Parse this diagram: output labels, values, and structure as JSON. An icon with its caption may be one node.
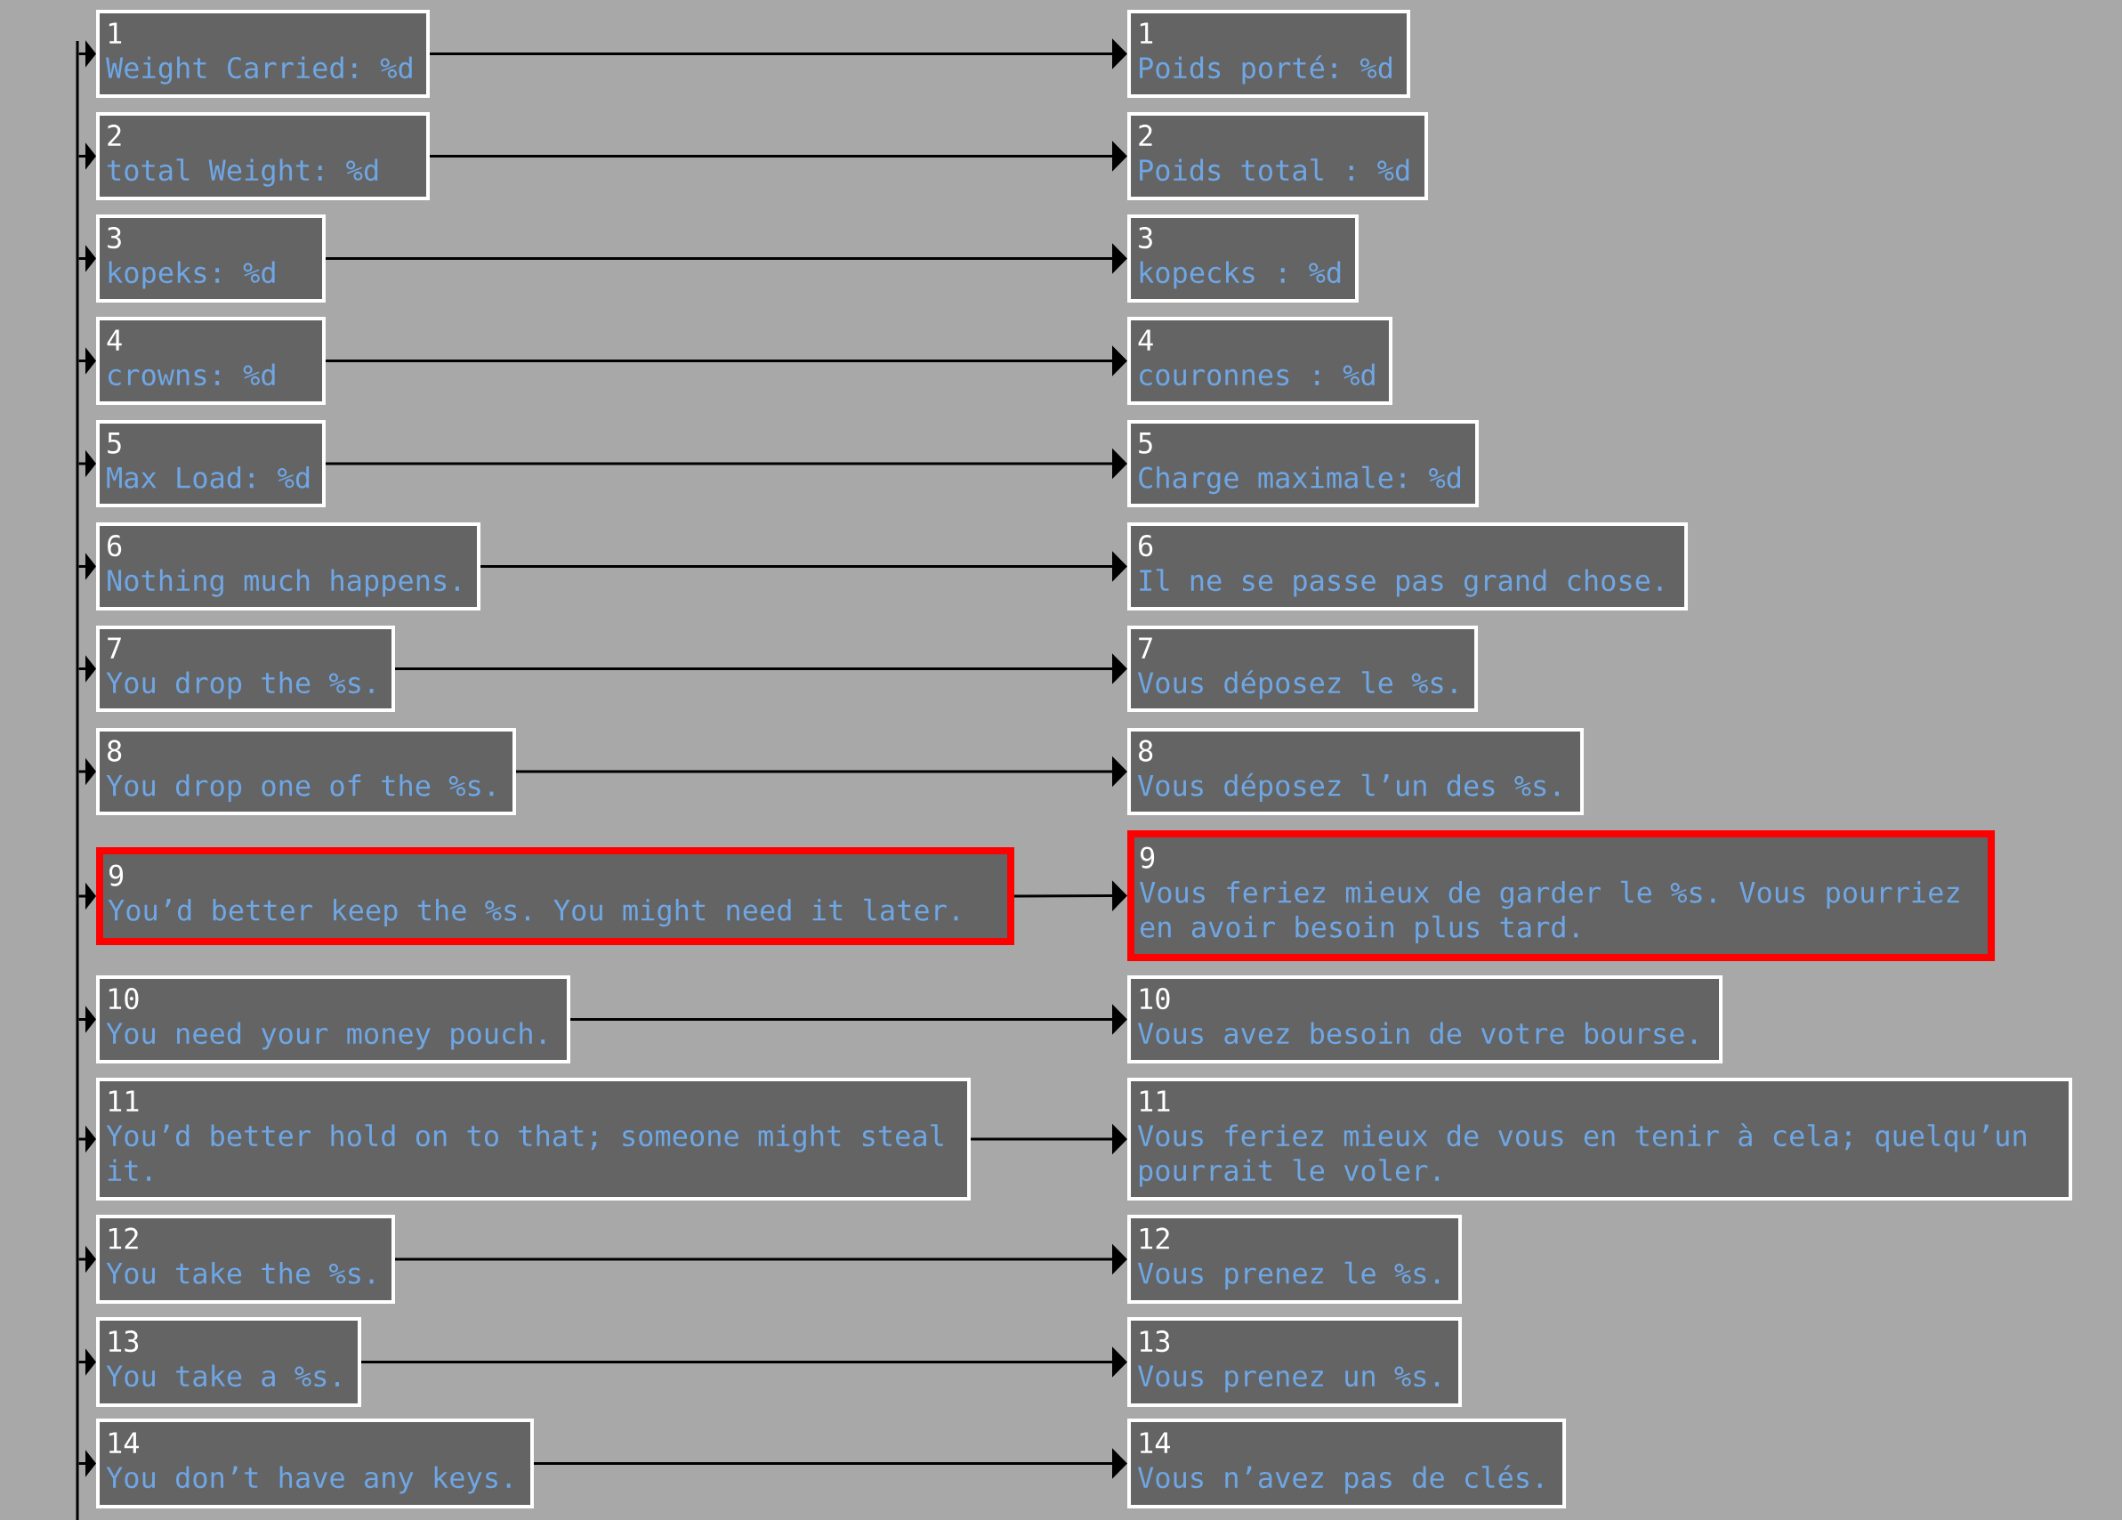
{
  "diagram": {
    "nodes": [
      {
        "text": [],
        "shape": "bar"
      },
      {
        "text": [
          "1",
          "Weight Carried: %d"
        ]
      },
      {
        "text": [
          "1",
          "Poids porté: %d"
        ]
      },
      {
        "text": [
          "2",
          "total Weight: %d"
        ]
      },
      {
        "text": [
          "2",
          "Poids total : %d"
        ]
      },
      {
        "text": [
          "3",
          "kopeks: %d"
        ]
      },
      {
        "text": [
          "3",
          "kopecks : %d"
        ]
      },
      {
        "text": [
          "4",
          "crowns: %d"
        ]
      },
      {
        "text": [
          "4",
          "couronnes : %d"
        ]
      },
      {
        "text": [
          "5",
          "Max Load: %d"
        ]
      },
      {
        "text": [
          "5",
          "Charge maximale: %d"
        ]
      },
      {
        "text": [
          "6",
          "Nothing much happens."
        ]
      },
      {
        "text": [
          "6",
          "Il ne se passe pas grand chose."
        ]
      },
      {
        "text": [
          "7",
          "You drop the %s."
        ]
      },
      {
        "text": [
          "7",
          "Vous déposez le %s."
        ]
      },
      {
        "text": [
          "8",
          "You drop one of the %s."
        ]
      },
      {
        "text": [
          "8",
          "Vous déposez l’un des %s."
        ]
      },
      {
        "text": [
          "9",
          "You’d better keep the %s. You might need it later."
        ]
      },
      {
        "text": [
          "9",
          "Vous feriez mieux de garder le %s. Vous pourriez en avoir besoin plus tard."
        ]
      },
      {
        "text": [
          "10",
          "You need your money pouch."
        ]
      },
      {
        "text": [
          "10",
          "Vous avez besoin de votre bourse."
        ]
      },
      {
        "text": [
          "11",
          "You’d better hold on to that; someone might steal it."
        ]
      },
      {
        "text": [
          "11",
          "Vous feriez mieux de vous en tenir à cela; quelqu’un pourrait le voler."
        ]
      },
      {
        "text": [
          "12",
          "You take the %s."
        ]
      },
      {
        "text": [
          "12",
          "Vous prenez le %s."
        ]
      },
      {
        "text": [
          "13",
          "You take a %s."
        ]
      },
      {
        "text": [
          "13",
          "Vous prenez un %s."
        ]
      },
      {
        "text": [
          "14",
          "You don’t have any keys."
        ]
      },
      {
        "text": [
          "14",
          "Vous n’avez pas de clés."
        ]
      }
    ],
    "edges": [
      {
        "from": 0,
        "to": 1,
        "arrow": "to"
      },
      {
        "from": 1,
        "to": 2,
        "arrow": "to"
      },
      {
        "from": 0,
        "to": 3,
        "arrow": "to"
      },
      {
        "from": 3,
        "to": 4,
        "arrow": "to"
      },
      {
        "from": 0,
        "to": 5,
        "arrow": "to"
      },
      {
        "from": 5,
        "to": 6,
        "arrow": "to"
      },
      {
        "from": 0,
        "to": 7,
        "arrow": "to"
      },
      {
        "from": 7,
        "to": 8,
        "arrow": "to"
      },
      {
        "from": 0,
        "to": 9,
        "arrow": "to"
      },
      {
        "from": 9,
        "to": 10,
        "arrow": "to"
      },
      {
        "from": 0,
        "to": 11,
        "arrow": "to"
      },
      {
        "from": 11,
        "to": 12,
        "arrow": "to"
      },
      {
        "from": 0,
        "to": 13,
        "arrow": "to"
      },
      {
        "from": 13,
        "to": 14,
        "arrow": "to"
      },
      {
        "from": 0,
        "to": 15,
        "arrow": "to"
      },
      {
        "from": 15,
        "to": 16,
        "arrow": "to"
      },
      {
        "from": 0,
        "to": 17,
        "arrow": "to"
      },
      {
        "from": 17,
        "to": 18,
        "arrow": "to"
      },
      {
        "from": 0,
        "to": 19,
        "arrow": "to"
      },
      {
        "from": 19,
        "to": 20,
        "arrow": "to"
      },
      {
        "from": 0,
        "to": 21,
        "arrow": "to"
      },
      {
        "from": 21,
        "to": 22,
        "arrow": "to"
      },
      {
        "from": 0,
        "to": 23,
        "arrow": "to"
      },
      {
        "from": 23,
        "to": 24,
        "arrow": "to"
      },
      {
        "from": 0,
        "to": 25,
        "arrow": "to"
      },
      {
        "from": 25,
        "to": 26,
        "arrow": "to"
      },
      {
        "from": 0,
        "to": 27,
        "arrow": "to"
      },
      {
        "from": 27,
        "to": 28,
        "arrow": "to"
      }
    ]
  }
}
